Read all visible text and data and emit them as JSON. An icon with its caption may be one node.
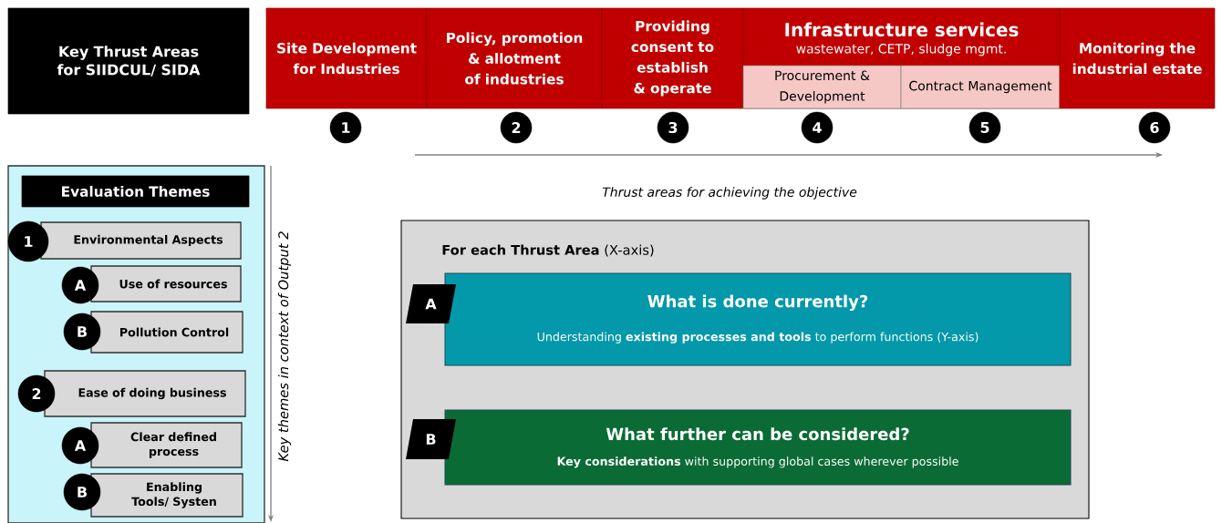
{
  "diagram": {
    "nodes": [
      {
        "text": [
          "Key Thrust Areas for SIIDCUL/ SIDA"
        ]
      },
      {
        "text": [
          "Site Development for Industries"
        ]
      },
      {
        "text": [
          "Policy, promotion & allotment of industries"
        ]
      },
      {
        "text": [
          "Providing consent to establish & operate"
        ]
      },
      {
        "text": [
          "Infrastructure services",
          "wastewater, CETP, sludge mgmt."
        ]
      },
      {
        "text": [
          "Procurement & Development"
        ],
        "in": 4
      },
      {
        "text": [
          "Contract Management"
        ],
        "in": 4
      },
      {
        "text": [
          "Monitoring the industrial estate"
        ]
      },
      {
        "text": [
          "1"
        ]
      },
      {
        "text": [
          "2"
        ]
      },
      {
        "text": [
          "3"
        ]
      },
      {
        "text": [
          "4"
        ]
      },
      {
        "text": [
          "5"
        ]
      },
      {
        "text": [
          "6"
        ]
      },
      {
        "text": [],
        "shape": "box"
      },
      {
        "text": [
          "Evaluation Themes"
        ],
        "in": 14
      },
      {
        "text": [
          "1"
        ],
        "in": 14
      },
      {
        "text": [
          "Environmental Aspects"
        ],
        "in": 14
      },
      {
        "text": [
          "A"
        ],
        "in": 14
      },
      {
        "text": [
          "Use of resources"
        ],
        "in": 14
      },
      {
        "text": [
          "B"
        ],
        "in": 14
      },
      {
        "text": [
          "Pollution Control"
        ],
        "in": 14
      },
      {
        "text": [
          "2"
        ],
        "in": 14
      },
      {
        "text": [
          "Ease of doing business"
        ],
        "in": 14
      },
      {
        "text": [
          "A"
        ],
        "in": 14
      },
      {
        "text": [
          "Clear defined process"
        ],
        "in": 14
      },
      {
        "text": [
          "B"
        ],
        "in": 14
      },
      {
        "text": [
          "Enabling Tools/ Systen"
        ],
        "in": 14
      },
      {
        "text": [
          "**For each Thrust Area** (X-axis)"
        ]
      },
      {
        "text": [
          "A"
        ],
        "in": 28
      },
      {
        "text": [
          "What is done currently?",
          "Understanding **existing processes and tools** to perform functions (Y-axis)"
        ],
        "in": 28
      },
      {
        "text": [
          "B"
        ],
        "in": 28
      },
      {
        "text": [
          "What further can be considered?",
          "**Key considerations** with supporting global cases wherever possible"
        ],
        "in": 28
      }
    ],
    "labels": [
      "Thrust areas for achieving the objective",
      "Key themes in context of Output 2"
    ]
  }
}
